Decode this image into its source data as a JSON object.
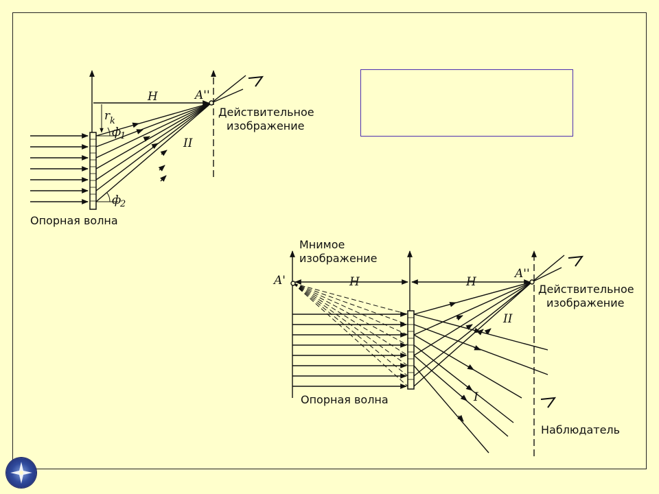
{
  "diagram_top": {
    "reference_wave_label": "Опорная волна",
    "real_image_label_line1": "Действительное",
    "real_image_label_line2": "изображение",
    "point_label": "A''",
    "distance_label": "H",
    "beam_label": "II",
    "radius_label": "r",
    "radius_sub": "k",
    "angle1_label": "ф",
    "angle1_sub": "1",
    "angle2_label": "ф",
    "angle2_sub": "2"
  },
  "diagram_bottom": {
    "virtual_image_label_line1": "Мнимое",
    "virtual_image_label_line2": "изображение",
    "virtual_point_label": "A'",
    "real_point_label": "A''",
    "distance_left_label": "H",
    "distance_right_label": "H",
    "real_image_label_line1": "Действительное",
    "real_image_label_line2": "изображение",
    "reference_wave_label": "Опорная волна",
    "beam1_label": "I",
    "beam2_label": "II",
    "observer_label": "Наблюдатель"
  },
  "text_box": {
    "text": ""
  },
  "colors": {
    "background": "#ffffcc",
    "frame": "#222222",
    "box_border": "#4b2db0",
    "ink": "#111111"
  },
  "icons": {
    "logo": "space-logo-icon",
    "eye": "eye-icon"
  }
}
